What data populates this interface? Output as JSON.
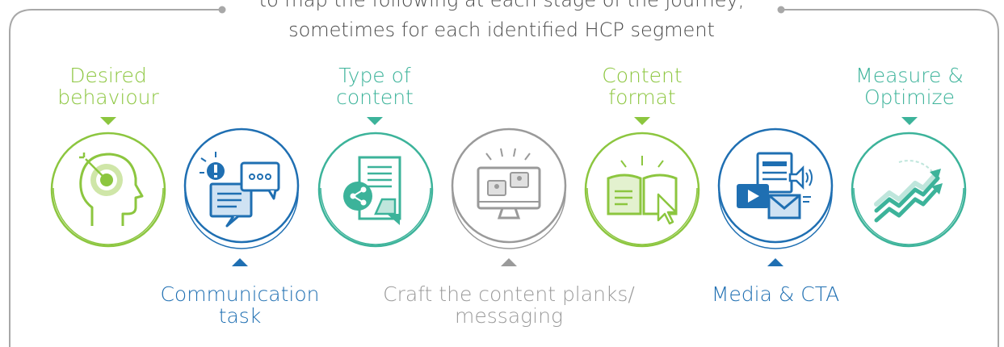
{
  "intro": {
    "line1": "to map the following at each stage of the journey,",
    "line2": "sometimes for each identified HCP segment"
  },
  "colors": {
    "green": "#8cc63f",
    "blue": "#1f6fb2",
    "teal": "#3cb39a",
    "gray": "#9a9a9a",
    "frame": "#a8a8a8"
  },
  "stages": [
    {
      "id": "desired-behaviour",
      "label_lines": [
        "Desired",
        "behaviour"
      ],
      "label_position": "top",
      "color": "green",
      "icon": "head-target-icon"
    },
    {
      "id": "communication-task",
      "label_lines": [
        "Communication",
        "task"
      ],
      "label_position": "bottom",
      "color": "blue",
      "icon": "chat-alert-icon"
    },
    {
      "id": "type-of-content",
      "label_lines": [
        "Type of",
        "content"
      ],
      "label_position": "top",
      "color": "teal",
      "icon": "share-document-icon"
    },
    {
      "id": "content-planks",
      "label_lines": [
        "Craft the content planks/",
        "messaging"
      ],
      "label_position": "bottom",
      "color": "gray",
      "icon": "monitor-chat-icon"
    },
    {
      "id": "content-format",
      "label_lines": [
        "Content",
        "format"
      ],
      "label_position": "top",
      "color": "green",
      "icon": "open-book-icon"
    },
    {
      "id": "media-cta",
      "label_lines": [
        "Media & CTA"
      ],
      "label_position": "bottom",
      "color": "blue",
      "icon": "media-envelope-icon"
    },
    {
      "id": "measure-optimize",
      "label_lines": [
        "Measure &",
        "Optimize"
      ],
      "label_position": "top",
      "color": "teal",
      "icon": "growth-arrows-icon"
    }
  ]
}
